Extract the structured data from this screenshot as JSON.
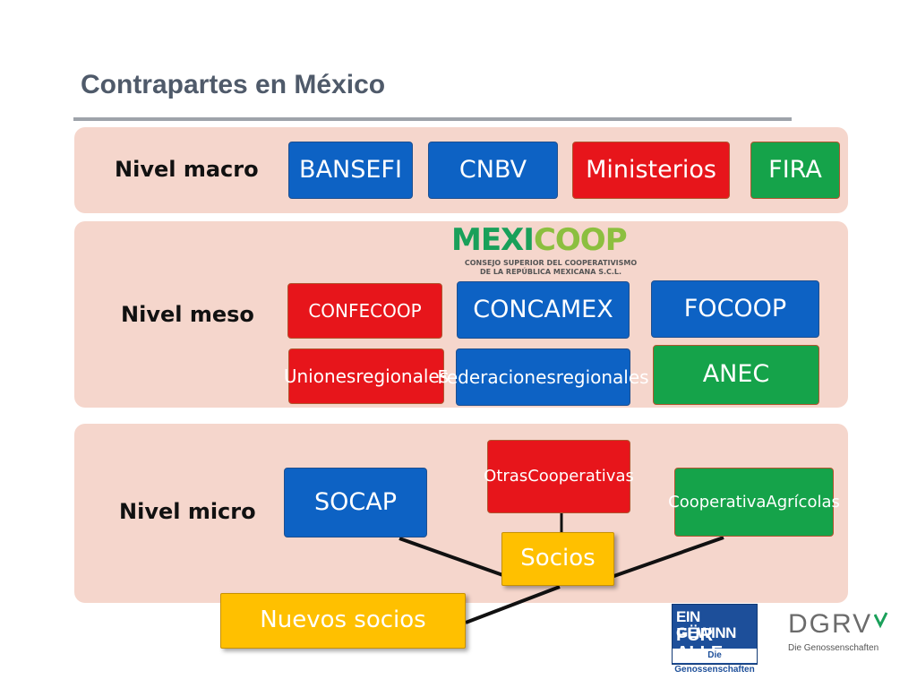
{
  "title": "Contrapartes en México",
  "levels": {
    "macro": "Nivel macro",
    "meso": "Nivel meso",
    "micro": "Nivel micro"
  },
  "macro_boxes": {
    "bansefi": "BANSEFI",
    "cnbv": "CNBV",
    "ministerios": "Ministerios",
    "fira": "FIRA"
  },
  "mexicoop_logo": {
    "mexi": "MEXI",
    "coop": "COOP",
    "line1": "CONSEJO SUPERIOR DEL COOPERATIVISMO",
    "line2": "DE LA REPÚBLICA MEXICANA S.C.L."
  },
  "meso_boxes": {
    "confecoop": "CONFECOOP",
    "concamex": "CONCAMEX",
    "focoop": "FOCOOP",
    "uniones_1": "Uniones",
    "uniones_2": "regionales",
    "federaciones_1": "Federaciones",
    "federaciones_2": "regionales",
    "anec": "ANEC"
  },
  "micro_boxes": {
    "socap": "SOCAP",
    "otras_1": "Otras",
    "otras_2": "Cooperativas",
    "coop_agr_1": "Cooperativa",
    "coop_agr_2": "Agrícolas",
    "socios": "Socios",
    "nuevos_socios": "Nuevos socios"
  },
  "badge": {
    "line1": "EIN GEWINN",
    "line2": "FÜR ALLE",
    "line3": "Die Genossenschaften"
  },
  "dgrv": {
    "word": "DGRV",
    "sub": "Die Genossenschaften"
  },
  "colors": {
    "band": "#f5d6cc",
    "blue": "#0d62c4",
    "red": "#e7151b",
    "green": "#15a34a",
    "yellow": "#ffc000",
    "title": "#4f5a6a"
  }
}
